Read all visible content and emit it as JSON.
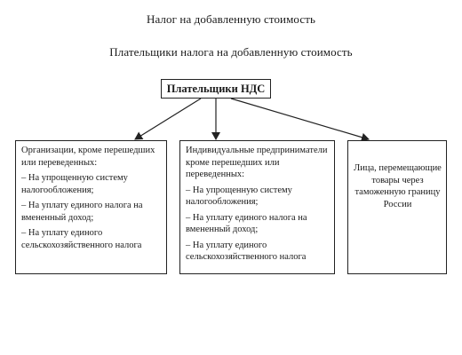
{
  "title": "Налог на добавленную стоимость",
  "subtitle": "Плательщики налога на добавленную стоимость",
  "diagram": {
    "root": "Плательщики НДС",
    "boxes": [
      {
        "heading": "Организации, кроме перешедших или переведенных:",
        "items": [
          "– На упрощенную систему налогообложения;",
          "– На уплату единого налога на вмененный доход;",
          "– На уплату единого сельскохозяйственного налога"
        ]
      },
      {
        "heading": "Индивидуальные предприниматели кроме перешедших или переведенных:",
        "items": [
          "– На упрощенную систему налогообложения;",
          "– На уплату единого налога на вмененный доход;",
          "– На уплату единого сельскохозяйственного налога"
        ]
      },
      {
        "heading": "Лица, перемещающие товары через таможенную границу России",
        "items": []
      }
    ]
  }
}
